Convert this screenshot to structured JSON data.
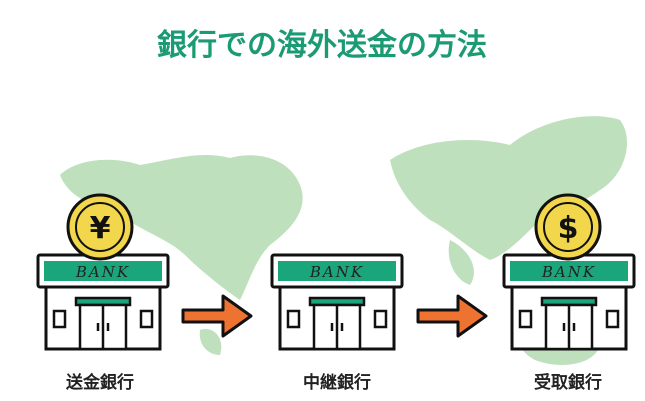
{
  "title": "銀行での海外送金の方法",
  "banks": [
    {
      "sign": "BANK",
      "label": "送金銀行",
      "coin": "¥"
    },
    {
      "sign": "BANK",
      "label": "中継銀行"
    },
    {
      "sign": "BANK",
      "label": "受取銀行",
      "coin": "$"
    }
  ],
  "colors": {
    "title": "#1b9b73",
    "sign": "#1aa67a",
    "arrow": "#ee7330",
    "coin": "#f2d64b",
    "map": "#bfe0bd"
  }
}
